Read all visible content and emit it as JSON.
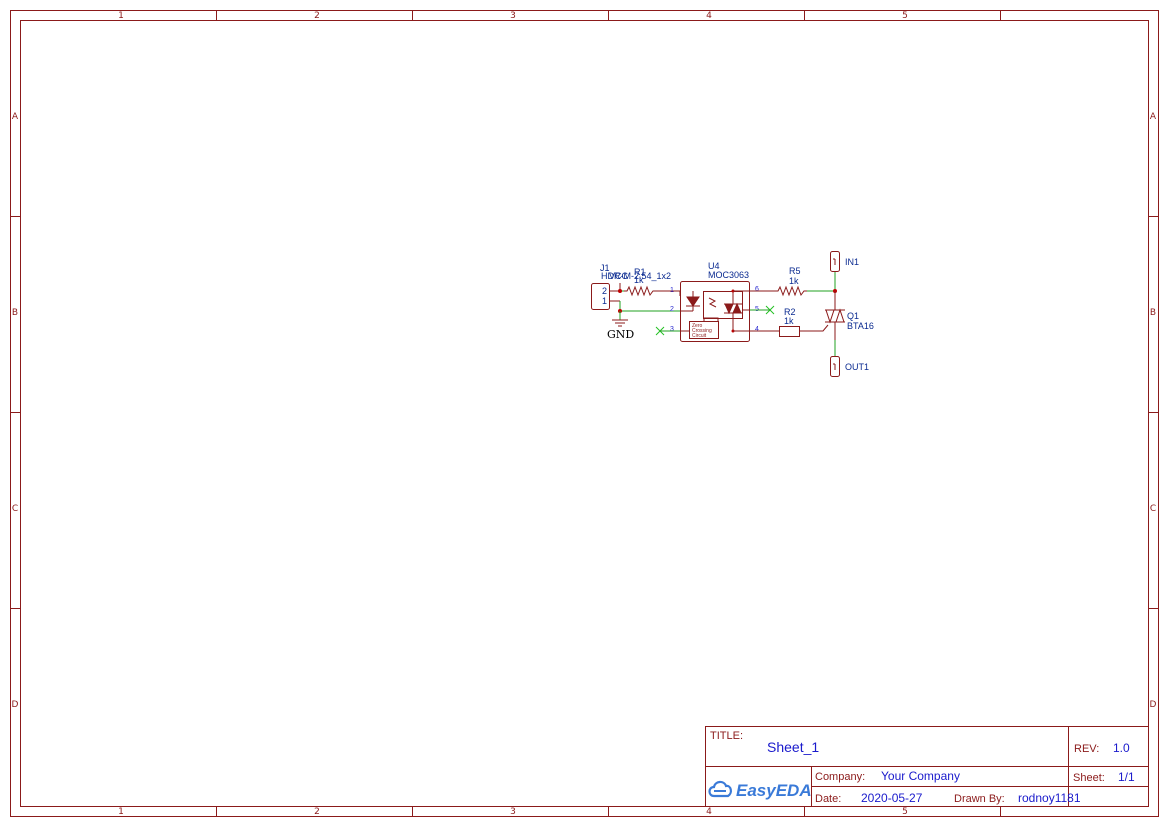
{
  "frame": {
    "columns": [
      "1",
      "2",
      "3",
      "4",
      "5"
    ],
    "rows": [
      "A",
      "B",
      "C",
      "D"
    ]
  },
  "components": {
    "j1": {
      "ref": "J1",
      "value": "HDR-M-2.54_1x2",
      "pin2": "2",
      "pin1": "1"
    },
    "vcc": {
      "label": "VCC"
    },
    "r1": {
      "ref": "R1",
      "value": "1k"
    },
    "gnd": {
      "label": "GND"
    },
    "u4": {
      "ref": "U4",
      "value": "MOC3063",
      "pins": [
        "1",
        "2",
        "3",
        "4",
        "5",
        "6"
      ],
      "zc_text": [
        "Zero",
        "Crossing",
        "Circuit"
      ]
    },
    "r5": {
      "ref": "R5",
      "value": "1k"
    },
    "r2": {
      "ref": "R2",
      "value": "1k"
    },
    "q1": {
      "ref": "Q1",
      "value": "BTA16"
    },
    "in1": {
      "label": "IN1"
    },
    "out1": {
      "label": "OUT1"
    }
  },
  "title_block": {
    "title_label": "TITLE:",
    "title_value": "Sheet_1",
    "rev_label": "REV:",
    "rev_value": "1.0",
    "company_label": "Company:",
    "company_value": "Your Company",
    "sheet_label": "Sheet:",
    "sheet_value": "1/1",
    "date_label": "Date:",
    "date_value": "2020-05-27",
    "drawn_label": "Drawn By:",
    "drawn_value": "rodnoy1181",
    "logo": "EasyEDA"
  },
  "colors": {
    "frame": "#8b1a1a",
    "wire": "#22a022",
    "text": "#0a2a90",
    "junction": "#c00000"
  },
  "icons": {
    "logo": "easyeda-cloud-icon"
  }
}
